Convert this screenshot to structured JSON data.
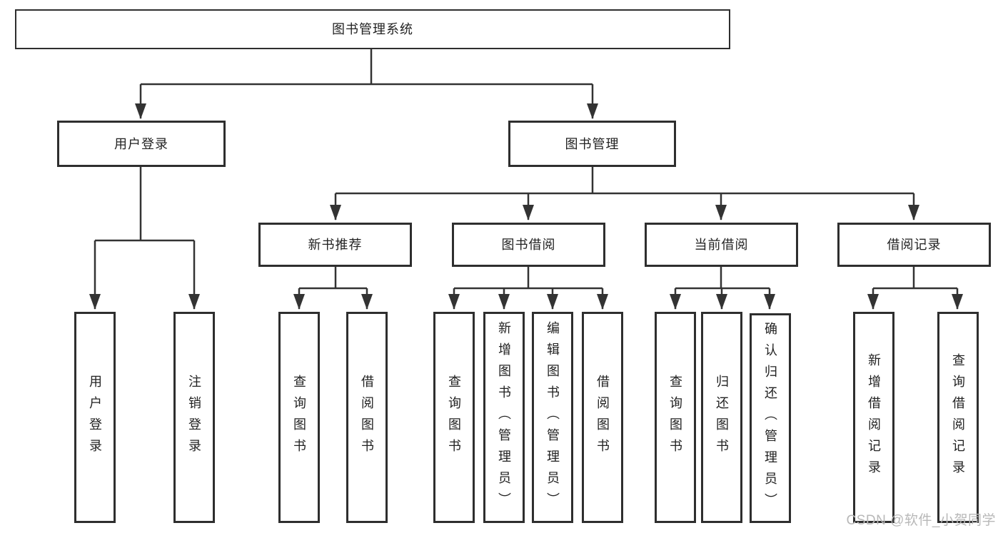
{
  "diagram": {
    "type": "tree",
    "root": {
      "label": "图书管理系统"
    },
    "level2": [
      {
        "label": "用户登录",
        "children": [
          {
            "label": "用户登录"
          },
          {
            "label": "注销登录"
          }
        ]
      },
      {
        "label": "图书管理",
        "children": [
          {
            "label": "新书推荐",
            "children": [
              {
                "label": "查询图书"
              },
              {
                "label": "借阅图书"
              }
            ]
          },
          {
            "label": "图书借阅",
            "children": [
              {
                "label": "查询图书"
              },
              {
                "label": "新增图书（管理员）"
              },
              {
                "label": "编辑图书（管理员）"
              },
              {
                "label": "借阅图书"
              }
            ]
          },
          {
            "label": "当前借阅",
            "children": [
              {
                "label": "查询图书"
              },
              {
                "label": "归还图书"
              },
              {
                "label": "确认归还（管理员）"
              }
            ]
          },
          {
            "label": "借阅记录",
            "children": [
              {
                "label": "新增借阅记录"
              },
              {
                "label": "查询借阅记录"
              }
            ]
          }
        ]
      }
    ],
    "watermark": "CSDN @软件_小贺同学",
    "colors": {
      "line": "#333333",
      "box_border": "#2e2e2e",
      "text": "#222222",
      "watermark": "#b8b8b8",
      "background": "#ffffff"
    }
  }
}
